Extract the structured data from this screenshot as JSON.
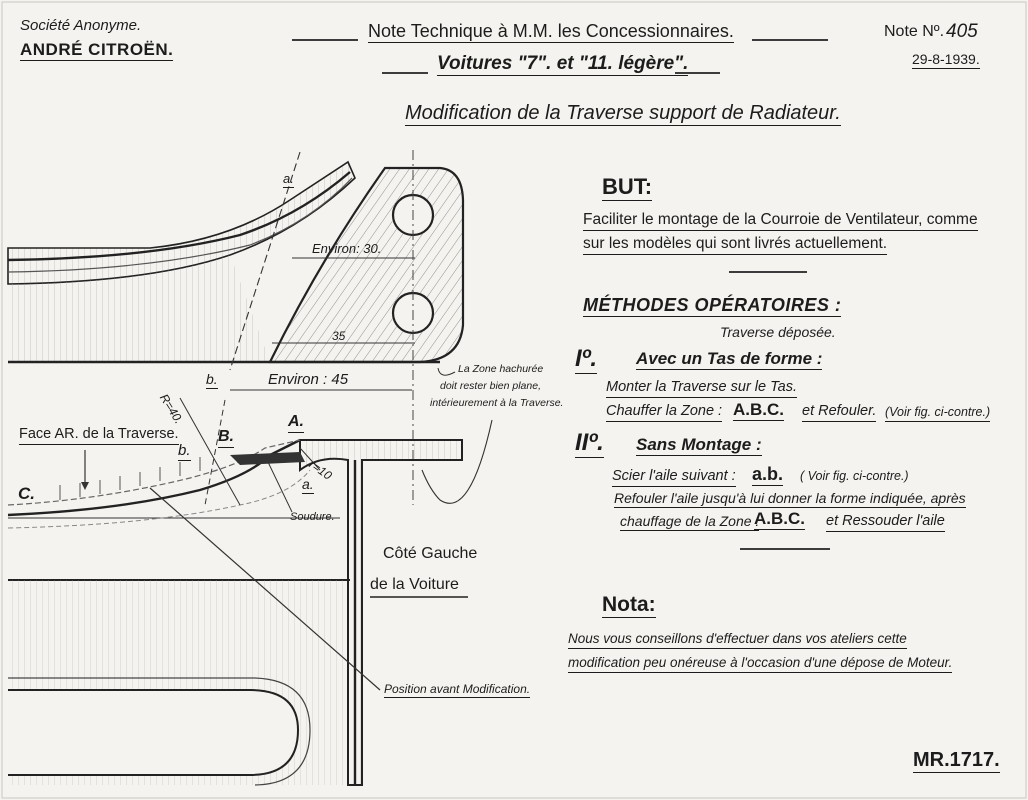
{
  "header": {
    "company_line1": "Société Anonyme.",
    "company_line2": "ANDRÉ CITROËN.",
    "doc_title": "Note Technique à M.M. les Concessionnaires.",
    "vehicles": "Voitures \"7\". et \"11. légère\".",
    "note_label": "Note Nº.",
    "note_number": "405",
    "date": "29-8-1939."
  },
  "subject": "Modification de la Traverse support de Radiateur.",
  "but": {
    "heading": "BUT:",
    "line1": "Faciliter le montage de la Courroie de Ventilateur, comme",
    "line2": "sur les modèles qui sont livrés actuellement."
  },
  "methodes": {
    "heading": "MÉTHODES OPÉRATOIRES :",
    "subheading": "Traverse déposée.",
    "m1": {
      "numeral": "Iº.",
      "title": "Avec un Tas de forme :",
      "line1": "Monter la Traverse sur le Tas.",
      "line2": "Chauffer la Zone :",
      "abc": "A.B.C.",
      "line2b": "et Refouler.",
      "ref": "(Voir fig. ci-contre.)"
    },
    "m2": {
      "numeral": "IIº.",
      "title": "Sans Montage :",
      "line1": "Scier l'aile suivant :",
      "ab": "a.b.",
      "ref": "( Voir fig. ci-contre.)",
      "line2": "Refouler l'aile jusqu'à lui donner la forme indiquée, après",
      "line3": "chauffage de la Zone :",
      "abc": "A.B.C.",
      "line3b": "et Ressouder l'aile"
    }
  },
  "nota": {
    "heading": "Nota:",
    "line1": "Nous vous conseillons d'effectuer dans vos ateliers cette",
    "line2": "modification peu onéreuse à l'occasion d'une dépose de Moteur."
  },
  "drawing": {
    "label_a_top": "a.",
    "environ30": "Environ: 30.",
    "dim35": "35",
    "environ45": "Environ : 45",
    "label_b_top": "b.",
    "zone_note1": "La Zone hachurée",
    "zone_note2": "doit rester bien plane,",
    "zone_note3": "intérieurement à la Traverse.",
    "r40": "R=40.",
    "face_ar": "Face AR. de la Traverse.",
    "label_b_mid": "b.",
    "label_B": "B.",
    "label_A": "A.",
    "r10": "r=10",
    "label_a_mid": "a.",
    "label_C": "C.",
    "soudure": "Soudure.",
    "cote1": "Côté Gauche",
    "cote2": "de la Voiture",
    "position": "Position avant Modification."
  },
  "footer_ref": "MR.1717."
}
